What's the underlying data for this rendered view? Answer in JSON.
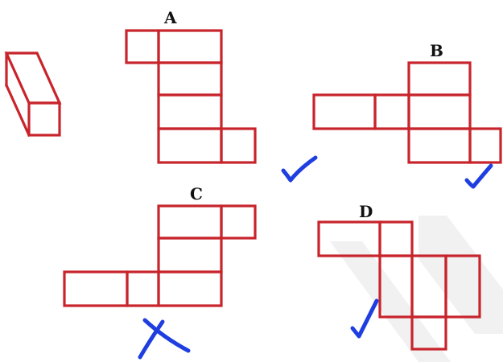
{
  "colors": {
    "net_stroke": "#c8242c",
    "label": "#111111",
    "check_mark": "#1f3ee0",
    "cross_mark": "#1f3ee0",
    "watermark": "#efefef",
    "background": "#ffffff"
  },
  "labels": {
    "net_a": "A",
    "net_b": "B",
    "net_c": "C",
    "net_d": "D"
  },
  "marks": {
    "net_a": "check",
    "net_b": "check",
    "net_c": "cross",
    "net_d": "check"
  }
}
